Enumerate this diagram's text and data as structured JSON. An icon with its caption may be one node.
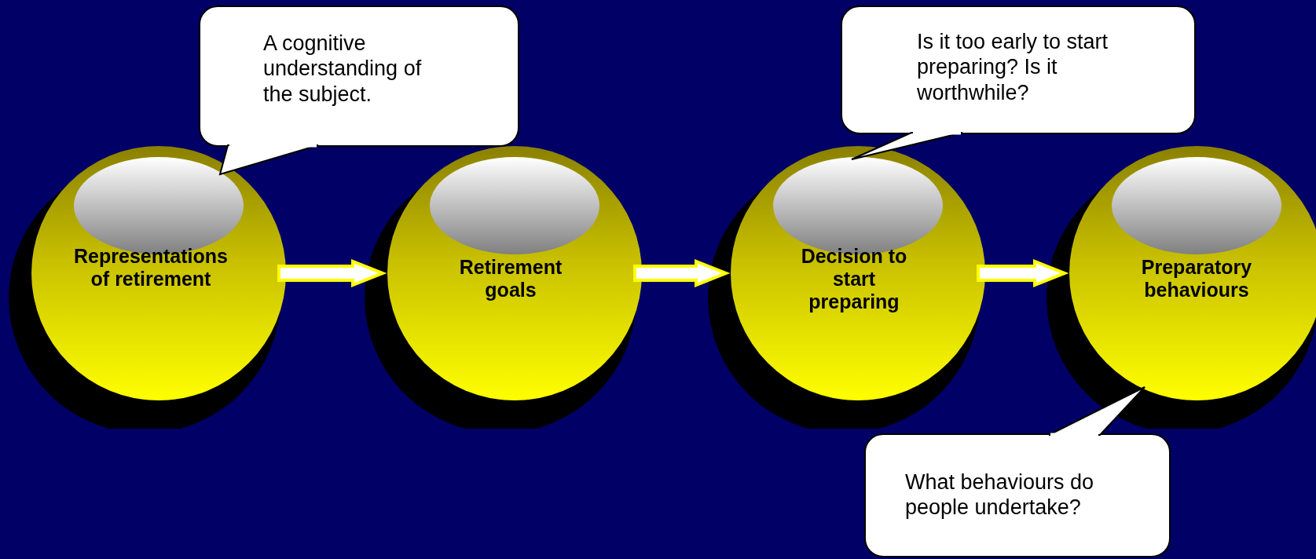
{
  "diagram": {
    "nodes": [
      {
        "text": [
          "Representations of retirement"
        ]
      },
      {
        "text": [
          "Retirement goals"
        ]
      },
      {
        "text": [
          "Decision to start preparing"
        ]
      },
      {
        "text": [
          "Preparatory behaviours"
        ]
      },
      {
        "text": [
          "A cognitive understanding of the subject."
        ]
      },
      {
        "text": [
          "Is it too early to start preparing? Is it worthwhile?"
        ]
      },
      {
        "text": [
          "What behaviours do people undertake?"
        ]
      }
    ],
    "edges": [
      {
        "from": 0,
        "to": 1,
        "arrow": "to"
      },
      {
        "from": 1,
        "to": 2,
        "arrow": "to"
      },
      {
        "from": 2,
        "to": 3,
        "arrow": "to"
      },
      {
        "from": 4,
        "to": 0,
        "arrow": "none"
      },
      {
        "from": 5,
        "to": 2,
        "arrow": "none"
      },
      {
        "from": 6,
        "to": 3,
        "arrow": "none"
      }
    ]
  }
}
